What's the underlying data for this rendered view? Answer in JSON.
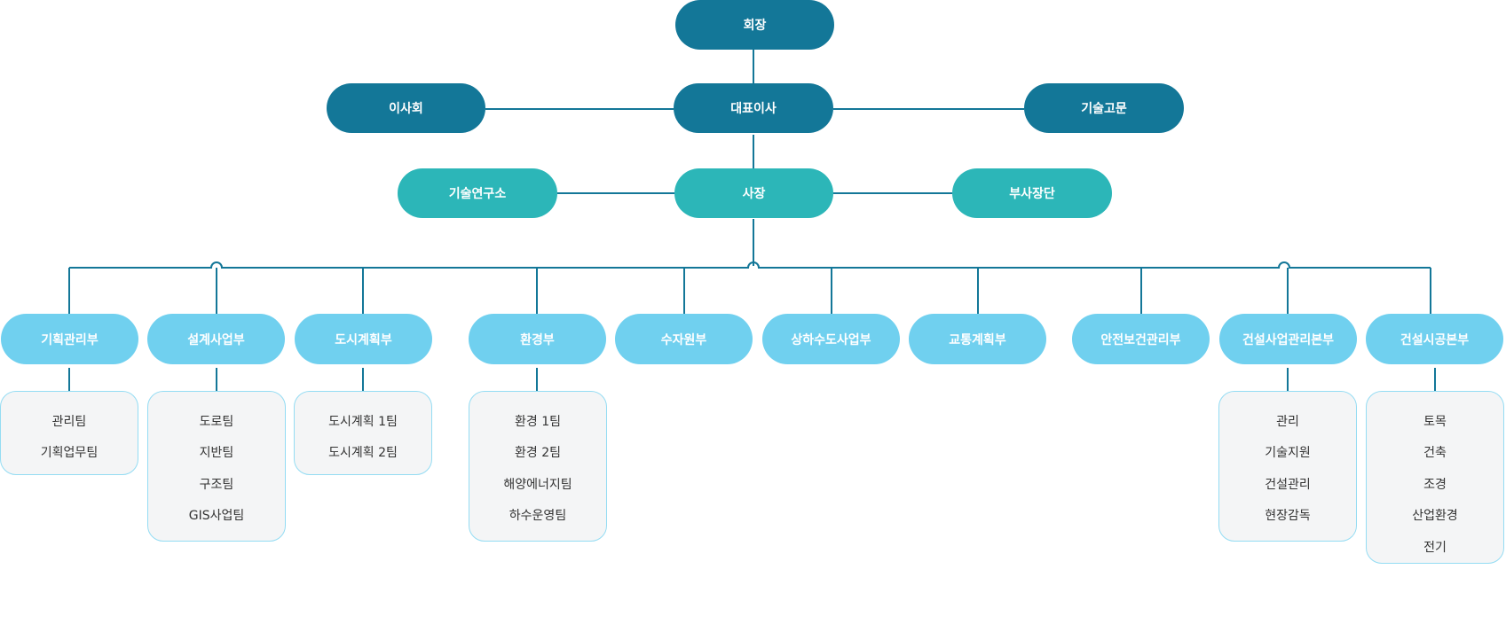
{
  "colors": {
    "executive": "#137798",
    "management": "#2cb6b8",
    "department": "#70d0ef",
    "line": "#137798",
    "team_box_bg": "#f4f5f6",
    "team_box_border": "#94dcf3"
  },
  "chairman": "회장",
  "executive_row": {
    "left": "이사회",
    "center": "대표이사",
    "right": "기술고문"
  },
  "management_row": {
    "left": "기술연구소",
    "center": "사장",
    "right": "부사장단"
  },
  "departments": [
    {
      "name": "기획관리부",
      "teams": [
        "관리팀",
        "기획업무팀"
      ]
    },
    {
      "name": "설계사업부",
      "teams": [
        "도로팀",
        "지반팀",
        "구조팀",
        "GIS사업팀"
      ]
    },
    {
      "name": "도시계획부",
      "teams": [
        "도시계획 1팀",
        "도시계획 2팀"
      ]
    },
    {
      "name": "환경부",
      "teams": [
        "환경 1팀",
        "환경 2팀",
        "해양에너지팀",
        "하수운영팀"
      ]
    },
    {
      "name": "수자원부",
      "teams": []
    },
    {
      "name": "상하수도사업부",
      "teams": []
    },
    {
      "name": "교통계획부",
      "teams": []
    },
    {
      "name": "안전보건관리부",
      "teams": []
    },
    {
      "name": "건설사업관리본부",
      "teams": [
        "관리",
        "기술지원",
        "건설관리",
        "현장감독"
      ]
    },
    {
      "name": "건설시공본부",
      "teams": [
        "토목",
        "건축",
        "조경",
        "산업환경",
        "전기"
      ]
    }
  ]
}
